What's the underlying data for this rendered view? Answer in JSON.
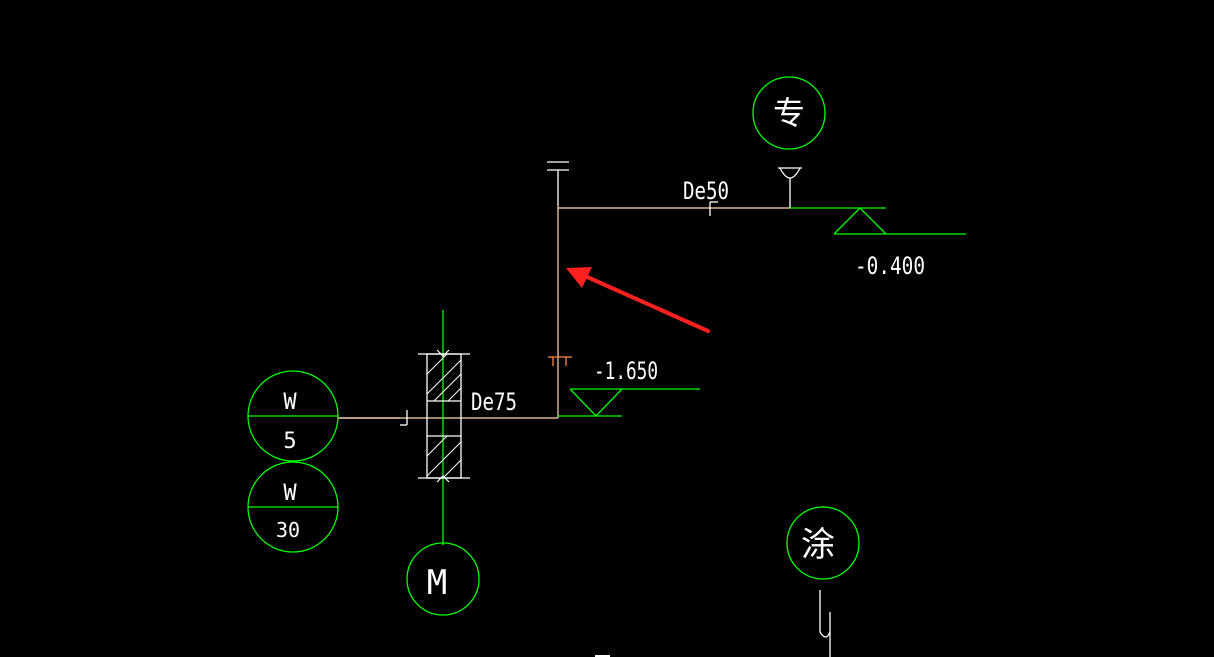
{
  "colors": {
    "background": "#000000",
    "pipe": "#ffd9b3",
    "symbol": "#ffffff",
    "annotation": "#00ff00",
    "highlight_arrow": "#ff2020"
  },
  "drawing": {
    "pipe_labels": {
      "de50": "De50",
      "de75": "De75"
    },
    "elevations": {
      "upper": "-0.400",
      "lower": "-1.650"
    },
    "circle_tags": {
      "zhuan": "专",
      "tu": "涂",
      "m": "M",
      "w5_top": "W",
      "w5_bottom": "5",
      "w30_top": "W",
      "w30_bottom": "30"
    }
  }
}
